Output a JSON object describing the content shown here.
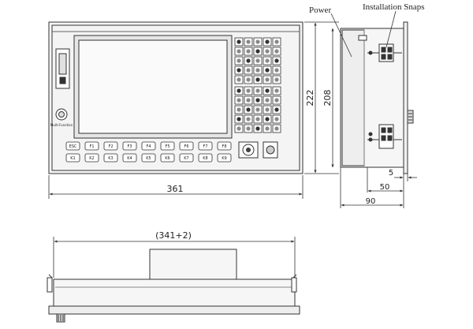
{
  "labels": {
    "power": "Power",
    "installation_snaps": "Installation Snaps"
  },
  "dimensions": {
    "front_width": "361",
    "front_height_outer": "222",
    "front_height_inner": "208",
    "side_gap": "5",
    "side_depth_partial": "50",
    "side_depth_total": "90",
    "bottom_width": "(341+2)"
  },
  "panel": {
    "multi_function_label": "Multi-Function",
    "fkeys_top": [
      "ESC",
      "F1",
      "F2",
      "F3",
      "F4",
      "F5",
      "F6",
      "F7",
      "F8"
    ],
    "fkeys_bottom": [
      "K1",
      "K2",
      "K3",
      "K4",
      "K5",
      "K6",
      "K7",
      "K8",
      "K9"
    ]
  }
}
